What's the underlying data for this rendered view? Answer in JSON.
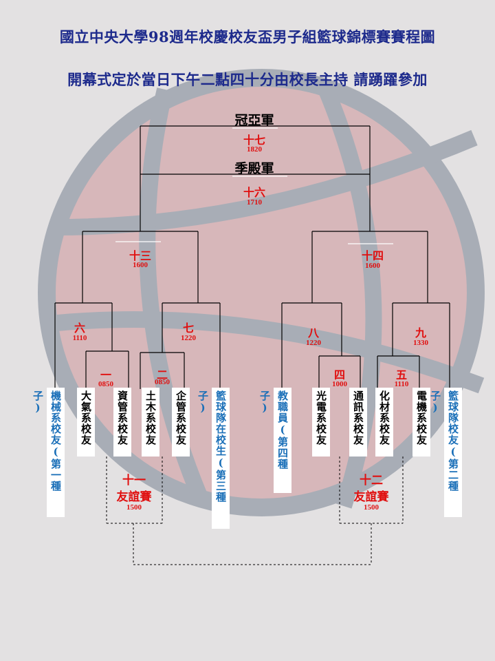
{
  "title_line1": "國立中央大學98週年校慶校友盃男子組籃球錦標賽賽程圖",
  "title_line2": "開幕式定於當日下午二點四十分由校長主持  請踴躍參加",
  "champion_label": "冠亞軍",
  "third_place_label": "季殿軍",
  "matches": {
    "m17": {
      "num": "十七",
      "time": "1820"
    },
    "m16": {
      "num": "十六",
      "time": "1710"
    },
    "m13": {
      "num": "十三",
      "time": "1600"
    },
    "m14": {
      "num": "十四",
      "time": "1600"
    },
    "m6": {
      "num": "六",
      "time": "1110"
    },
    "m7": {
      "num": "七",
      "time": "1220"
    },
    "m8": {
      "num": "八",
      "time": "1220"
    },
    "m9": {
      "num": "九",
      "time": "1330"
    },
    "m1": {
      "num": "一",
      "time": "0850"
    },
    "m2": {
      "num": "二",
      "time": "0850"
    },
    "m4": {
      "num": "四",
      "time": "1000"
    },
    "m5": {
      "num": "五",
      "time": "1110"
    },
    "m11": {
      "num": "十一",
      "label": "友誼賽",
      "time": "1500"
    },
    "m12": {
      "num": "十二",
      "label": "友誼賽",
      "time": "1500"
    }
  },
  "teams": [
    "機械系校友(第一種子)",
    "大氣系校友",
    "資管系校友",
    "土木系校友",
    "企管系校友",
    "籃球隊在校生(第三種子)",
    "教職員(第四種子)",
    "光電系校友",
    "通訊系校友",
    "化材系校友",
    "電機系校友",
    "籃球隊校友(第二種子)"
  ],
  "colors": {
    "title": "#1d2a8c",
    "match_number": "#e01010",
    "seed_team": "#1a6fb8",
    "team": "#000000",
    "ball_fill": "#d6b3b6",
    "ball_stroke": "#a9aeb6",
    "background": "#e3e1e2"
  }
}
